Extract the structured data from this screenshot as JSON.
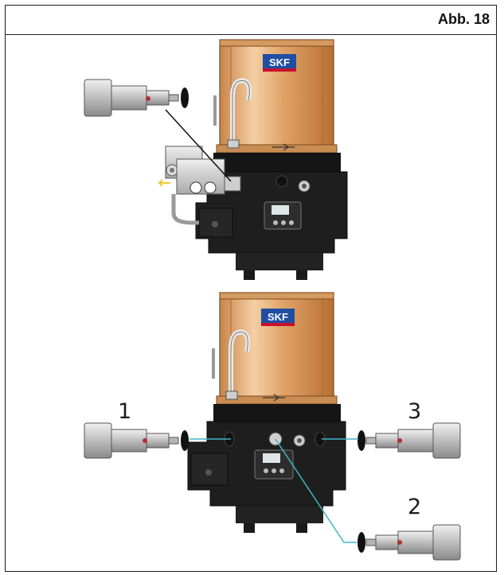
{
  "figure": {
    "title": "Abb. 18",
    "brand_logo_text": "SKF"
  },
  "callouts": [
    {
      "label": "1"
    },
    {
      "label": "2"
    },
    {
      "label": "3"
    }
  ],
  "colors": {
    "reservoir": "#e0a468",
    "reservoir_highlight": "#f4cfa3",
    "pump_body": "#1e1e1e",
    "valve": "#c9c9c9",
    "leader_line": "#40b4c8",
    "brand_blue": "#1f4ea3",
    "brand_red": "#c8102e"
  },
  "icons": [
    "pressure-relief-valve-icon",
    "pump-icon",
    "solenoid-valve-icon",
    "control-display-icon"
  ]
}
